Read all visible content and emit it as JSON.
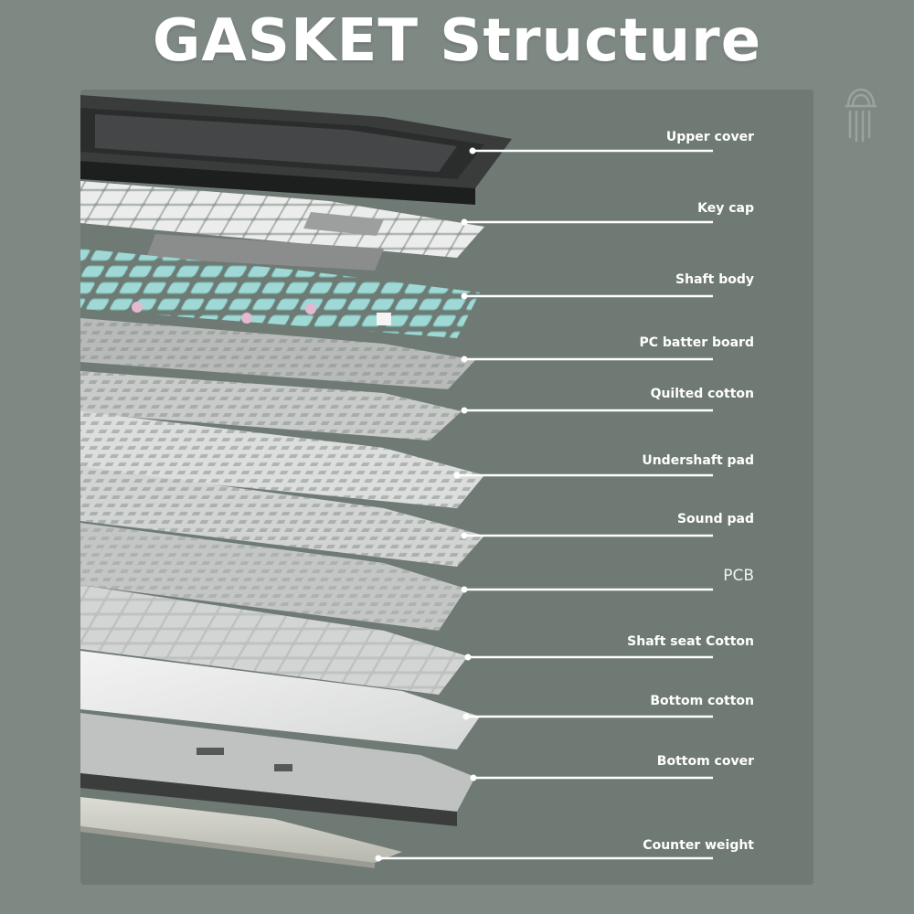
{
  "title": "GASKET Structure",
  "layers": [
    {
      "name": "upper-cover",
      "label": "Upper cover"
    },
    {
      "name": "key-cap",
      "label": "Key cap"
    },
    {
      "name": "shaft-body",
      "label": "Shaft body"
    },
    {
      "name": "pc-batter-board",
      "label": "PC batter board"
    },
    {
      "name": "quilted-cotton",
      "label": "Quilted cotton"
    },
    {
      "name": "undershaft-pad",
      "label": "Undershaft pad"
    },
    {
      "name": "sound-pad",
      "label": "Sound pad"
    },
    {
      "name": "pcb",
      "label": "PCB"
    },
    {
      "name": "shaft-seat-cotton",
      "label": "Shaft seat Cotton"
    },
    {
      "name": "bottom-cotton",
      "label": "Bottom cotton"
    },
    {
      "name": "bottom-cover",
      "label": "Bottom cover"
    },
    {
      "name": "counter-weight",
      "label": "Counter weight"
    }
  ],
  "colors": {
    "background": "#7f8984",
    "panel": "#6e7a73",
    "leader_line": "#ffffff",
    "switch_teal": "#9fd8d4",
    "switch_pink": "#e3b9d0"
  },
  "logo_icon": "brand-logo-icon"
}
